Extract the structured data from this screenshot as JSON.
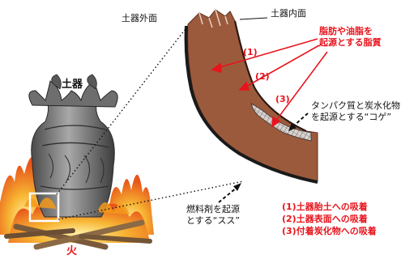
{
  "labels": {
    "pottery": "土器",
    "fire": "火",
    "outer_surface": "土器外面",
    "inner_surface": "土器内面",
    "lipid_line1": "脂肪や油脂を",
    "lipid_line2": "起源とする脂質",
    "koge_line1": "タンパク質と炭水化物",
    "koge_line2": "を起源とする“コゲ”",
    "soot_line1": "燃料剤を起源",
    "soot_line2": "とする“スス”",
    "marker_1": "(1)",
    "marker_2": "(2)",
    "marker_3": "(3)"
  },
  "legend": {
    "items": [
      "(1)土器胎土への吸着",
      "(2)土器表面への吸着",
      "(3)付着炭化物への吸着"
    ]
  },
  "colors": {
    "accent": "#e8141c",
    "clay": "#9c5a3c",
    "clay_dark": "#5b2f1f",
    "soot": "#1a1a1a",
    "fire_orange": "#f39a1b"
  }
}
